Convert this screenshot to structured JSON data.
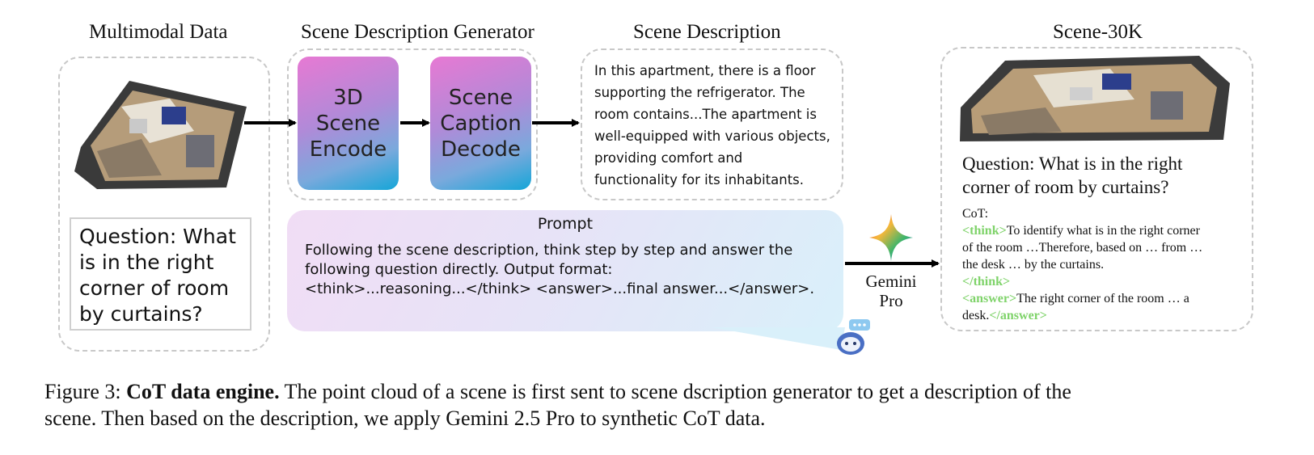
{
  "titles": {
    "multimodal": "Multimodal Data",
    "generator": "Scene Description Generator",
    "description": "Scene Description",
    "dataset": "Scene-30K"
  },
  "generator_blocks": {
    "encode": [
      "3D",
      "Scene",
      "Encode"
    ],
    "decode": [
      "Scene",
      "Caption",
      "Decode"
    ]
  },
  "scene_description": [
    "In this apartment, there is a floor",
    "supporting the refrigerator. The",
    "room contains...The apartment is",
    "well-equipped with various objects,",
    "providing comfort and",
    "functionality for its inhabitants."
  ],
  "multimodal_question": [
    "Question: What",
    "is in the right",
    "corner of room",
    "by curtains?"
  ],
  "prompt": {
    "title": "Prompt",
    "lines": [
      "Following the scene description, think step by step and answer the",
      "following question directly. Output format:",
      "<think>...reasoning...</think> <answer>...final answer...</answer>."
    ]
  },
  "gemini": {
    "line1": "Gemini",
    "line2": "Pro"
  },
  "scene30k": {
    "question": [
      "Question: What is in the right",
      "corner of room by curtains?"
    ],
    "cot_label": "CoT:",
    "think_open": "<think>",
    "think_text_1": "To identify what is in the right corner",
    "think_text_2": "of the room …Therefore, based on … from …",
    "think_text_3": "the desk … by the curtains.",
    "think_close": "</think>",
    "answer_open": "<answer>",
    "answer_text_1": "The right corner of the room … a",
    "answer_text_2": "desk.",
    "answer_close": "</answer>"
  },
  "caption": {
    "prefix": "Figure 3: ",
    "bold": "CoT data engine.",
    "rest_line1": " The point cloud of a scene is first sent to scene dscription generator to get a description of the",
    "line2": "scene. Then based on the description, we apply Gemini 2.5 Pro to synthetic CoT data."
  },
  "colors": {
    "tag_green": "#7fd36a",
    "arrow": "#000000",
    "dash_border": "#c8c8c8"
  },
  "icons": [
    "room-3d-render-icon",
    "gemini-sparkle-icon",
    "robot-assistant-icon",
    "arrow-right-icon"
  ]
}
